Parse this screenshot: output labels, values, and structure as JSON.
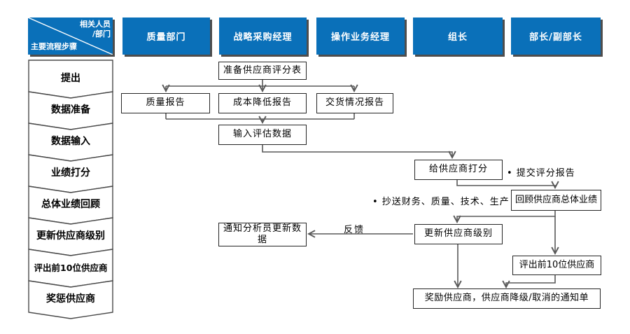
{
  "corner": {
    "top_line1": "相关人员",
    "top_line2": "/部门",
    "bottom": "主要流程步骤"
  },
  "lanes": [
    {
      "label": "质量部门"
    },
    {
      "label": "战略采购经理"
    },
    {
      "label": "操作业务经理"
    },
    {
      "label": "组长"
    },
    {
      "label": "部长/副部长"
    }
  ],
  "steps": [
    {
      "label": "提出"
    },
    {
      "label": "数据准备"
    },
    {
      "label": "数据输入"
    },
    {
      "label": "业绩打分"
    },
    {
      "label": "总体业绩回顾"
    },
    {
      "label": "更新供应商级别"
    },
    {
      "label": "评出前10位供应商"
    },
    {
      "label": "奖惩供应商"
    }
  ],
  "boxes": {
    "prepare_scorecard": "准备供应商评分表",
    "quality_report": "质量报告",
    "cost_reduction_report": "成本降低报告",
    "delivery_report": "交货情况报告",
    "input_data": "输入评估数据",
    "score_suppliers": "给供应商打分",
    "review_performance": "回顾供应商总体业绩",
    "update_level": "更新供应商级别",
    "notify_analyst": "通知分析员更新数据",
    "top10": "评出前10位供应商",
    "reward_notice": "奖励供应商，供应商降级/取消的通知单"
  },
  "annotations": {
    "submit_report": "• 提交评分报告",
    "cc_departments": "• 抄送财务、质量、技术、生产",
    "feedback": "反馈"
  },
  "colors": {
    "lane_fill": "#0a70b9",
    "lane_shadow": "#4d4d4d",
    "connector": "#595959",
    "box_border": "#262626",
    "text_on_lane": "#ffffff"
  }
}
